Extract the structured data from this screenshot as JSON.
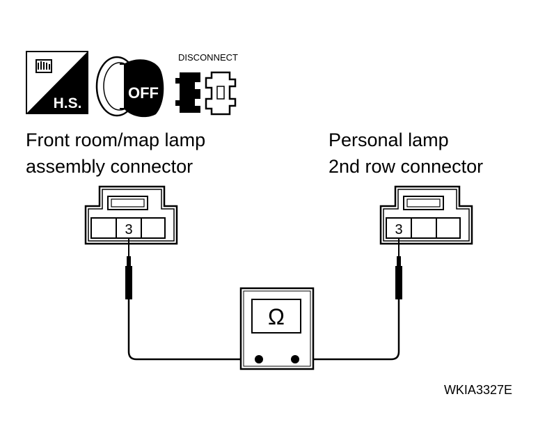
{
  "icons": {
    "hs_icon": {
      "name": "hood-service-icon",
      "text": "H.S."
    },
    "ignition_icon": {
      "name": "ignition-off-icon",
      "text": "OFF"
    },
    "disconnect_icon": {
      "name": "disconnect-connector-icon",
      "text": "DISCONNECT"
    }
  },
  "left_connector": {
    "title_line1": "Front room/map lamp",
    "title_line2": "assembly connector",
    "terminal": "3"
  },
  "right_connector": {
    "title_line1": "Personal lamp",
    "title_line2": "2nd row connector",
    "terminal": "3"
  },
  "meter": {
    "symbol": "Ω"
  },
  "figure_code": "WKIA3327E"
}
